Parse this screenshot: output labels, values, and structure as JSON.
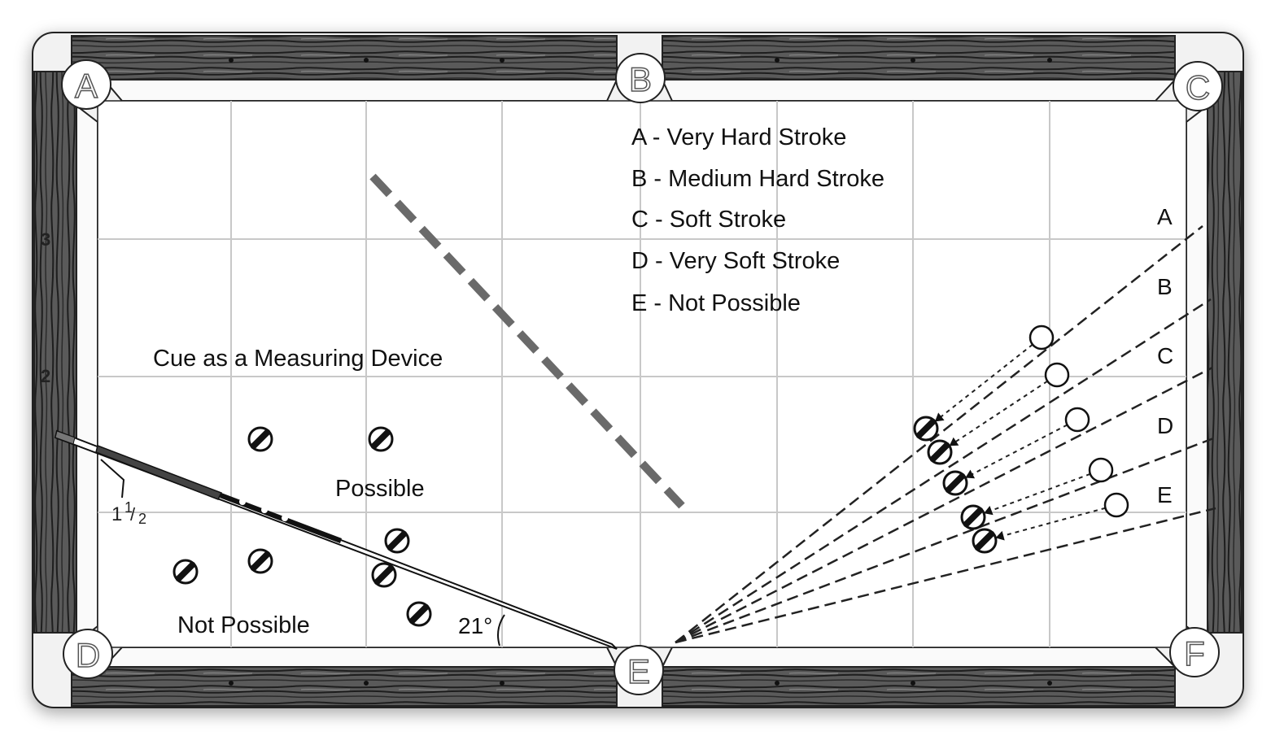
{
  "pockets": [
    "A",
    "B",
    "C",
    "D",
    "E",
    "F"
  ],
  "legend": [
    "A - Very Hard Stroke",
    "B - Medium Hard Stroke",
    "C - Soft Stroke",
    "D - Very Soft Stroke",
    "E - Not Possible"
  ],
  "path_labels": [
    "A",
    "B",
    "C",
    "D",
    "E"
  ],
  "cue": {
    "title": "Cue as a Measuring Device",
    "possible_label": "Possible",
    "not_possible_label": "Not Possible",
    "angle_label": "21°",
    "measure_whole": "1",
    "measure_num": "1",
    "measure_den": "2"
  },
  "rail_diamond_labels": [
    "3",
    "2"
  ],
  "colors": {
    "line": "#222222",
    "grid": "#c8c8c8",
    "rail": "#555555",
    "dashed_barrier": "#6a6a6a"
  }
}
